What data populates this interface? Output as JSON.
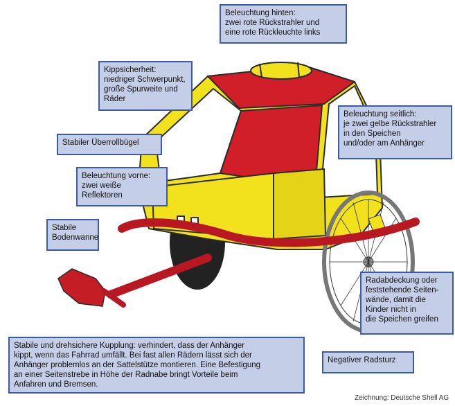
{
  "callouts": {
    "rear_lighting": "Beleuchtung hinten:\nzwei rote Rückstrahler und\neine rote Rückleuchte links",
    "tip_safety": "Kippsicherheit:\nniedriger Schwerpunkt,\ngroße Spurweite und\nRäder",
    "side_lighting": "Beleuchtung seitlich:\nje zwei gelbe Rückstrahler\nin den Speichen\nund/oder am Anhänger",
    "roll_bar": "Stabiler Überrollbügel",
    "front_lighting": "Beleuchtung vorne:\nzwei weiße\nReflektoren",
    "floor_pan": "Stabile\nBodenwanne",
    "wheel_cover": "Radabdeckung oder\nfeststehende Seiten-\nwände, damit die\nKinder nicht in\ndie Speichen greifen",
    "coupling": "Stabile und drehsichere Kupplung: verhindert, dass der Anhänger\nkippt, wenn das Fahrrad umfällt. Bei fast allen Rädern lässt sich der\nAnhänger problemlos an der Sattelstütze montieren. Eine Befestigung\nan einer Seitenstrebe in Höhe der Radnabe bringt Vorteile beim\nAnfahren und Bremsen.",
    "camber": "Negativer Radsturz"
  },
  "credit": "Zeichnung: Deutsche Shell AG",
  "colors": {
    "callout_fill": "#c4cee6",
    "callout_border": "#3b5ba8",
    "trailer_yellow": "#f2e21e",
    "trailer_red": "#d11f2a"
  }
}
